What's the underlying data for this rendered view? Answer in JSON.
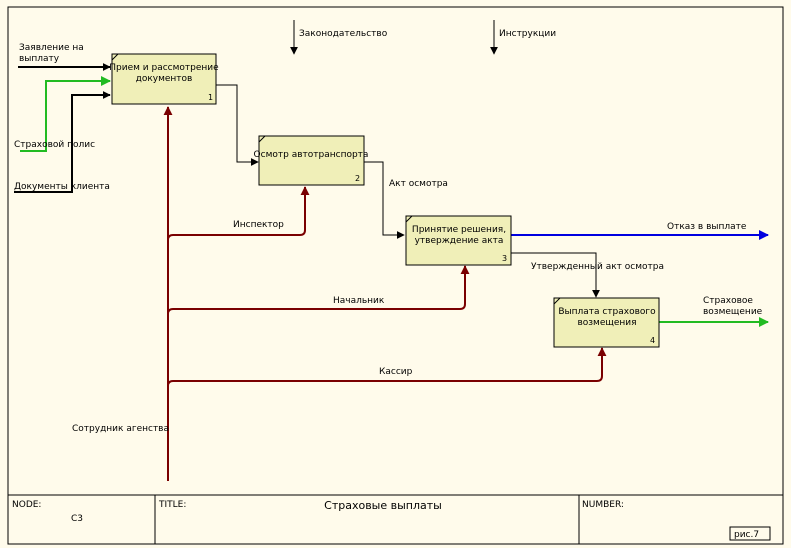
{
  "colors": {
    "background": "#fffbeb",
    "box_fill": "#f0efb8",
    "control_mechanism_arrow": "#7a0000",
    "output_refusal": "#0000e0",
    "green_arrow": "#22bb22",
    "black_arrow": "#000000"
  },
  "activities": [
    {
      "line1": "Прием и рассмотрение",
      "line2": "документов",
      "number": "1"
    },
    {
      "line1": "Осмотр автотранспорта",
      "line2": "",
      "number": "2"
    },
    {
      "line1": "Принятие решения,",
      "line2": "утверждение акта",
      "number": "3"
    },
    {
      "line1": "Выплата страхового",
      "line2": "возмещения",
      "number": "4"
    }
  ],
  "arrows": {
    "zakon": "Законодательство",
    "instr": "Инструкции",
    "zayavlenie_1": "Заявление на",
    "zayavlenie_2": "выплату",
    "polis": "Страховой полис",
    "dokumenty": "Документы клиента",
    "akt": "Акт осмотра",
    "otkaz": "Отказ в выплате",
    "utv_akt": "Утвержденный акт осмотра",
    "vozm_1": "Страховое",
    "vozm_2": "возмещение",
    "inspektor": "Инспектор",
    "nachalnik": "Начальник",
    "kassir": "Кассир",
    "sotrudnik": "Сотрудник агенства"
  },
  "footer": {
    "node_label": "NODE:",
    "node_value": "C3",
    "title_label": "TITLE:",
    "title_value": "Страховые выплаты",
    "number_label": "NUMBER:",
    "fig": "рис.7"
  }
}
